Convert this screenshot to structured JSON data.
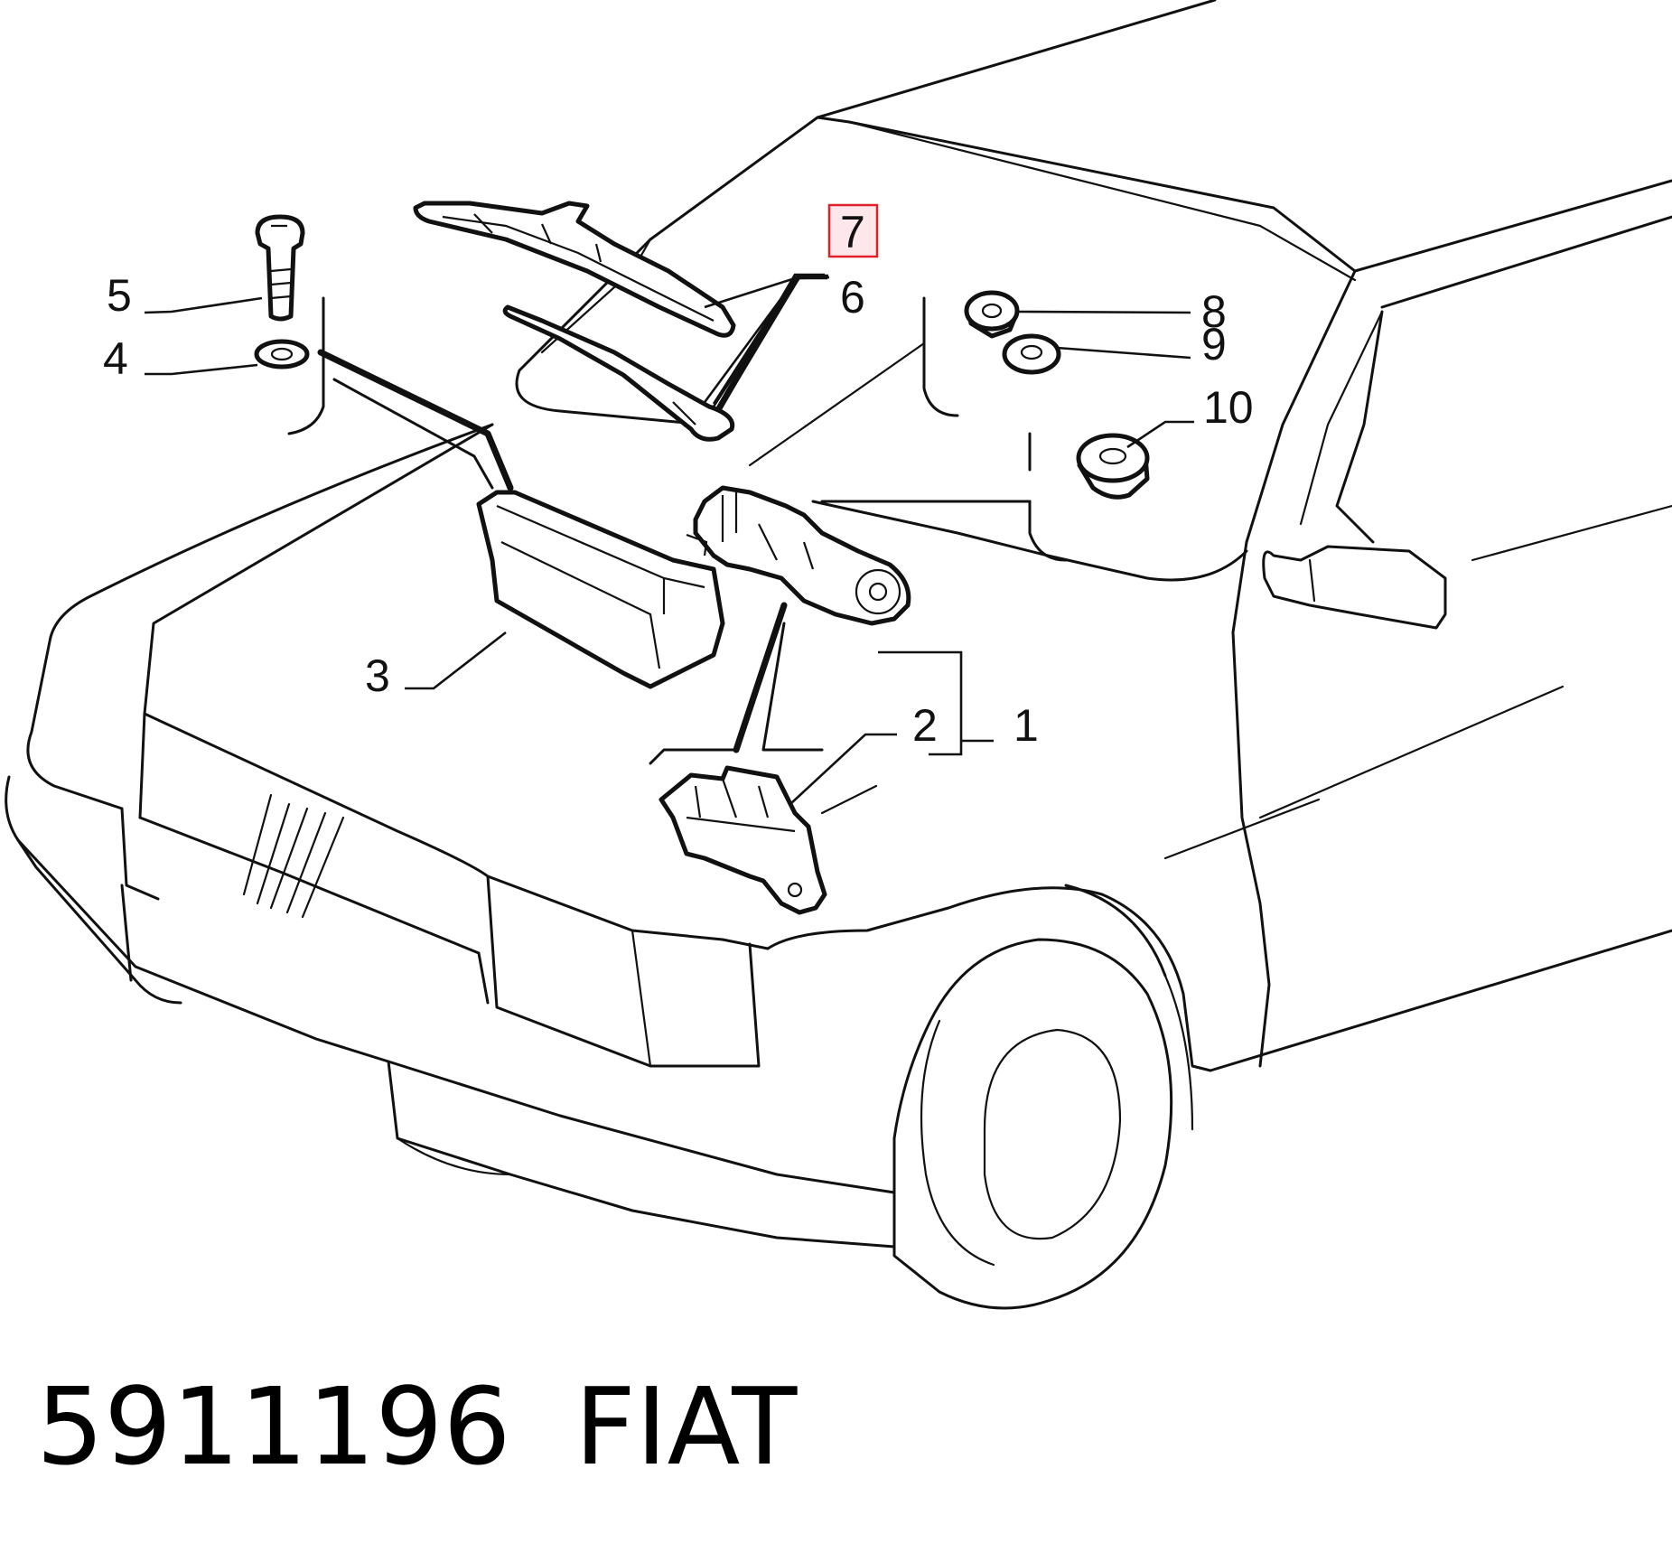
{
  "diagram": {
    "callouts": [
      {
        "id": "1",
        "label": "1"
      },
      {
        "id": "2",
        "label": "2"
      },
      {
        "id": "3",
        "label": "3"
      },
      {
        "id": "4",
        "label": "4"
      },
      {
        "id": "5",
        "label": "5"
      },
      {
        "id": "6",
        "label": "6"
      },
      {
        "id": "7",
        "label": "7",
        "highlighted": true
      },
      {
        "id": "8",
        "label": "8"
      },
      {
        "id": "9",
        "label": "9"
      },
      {
        "id": "10",
        "label": "10"
      }
    ],
    "highlight_color": "#e0202a",
    "highlight_fill": "#fde7ea"
  },
  "footer": {
    "part_number": "5911196",
    "brand": "FIAT"
  }
}
